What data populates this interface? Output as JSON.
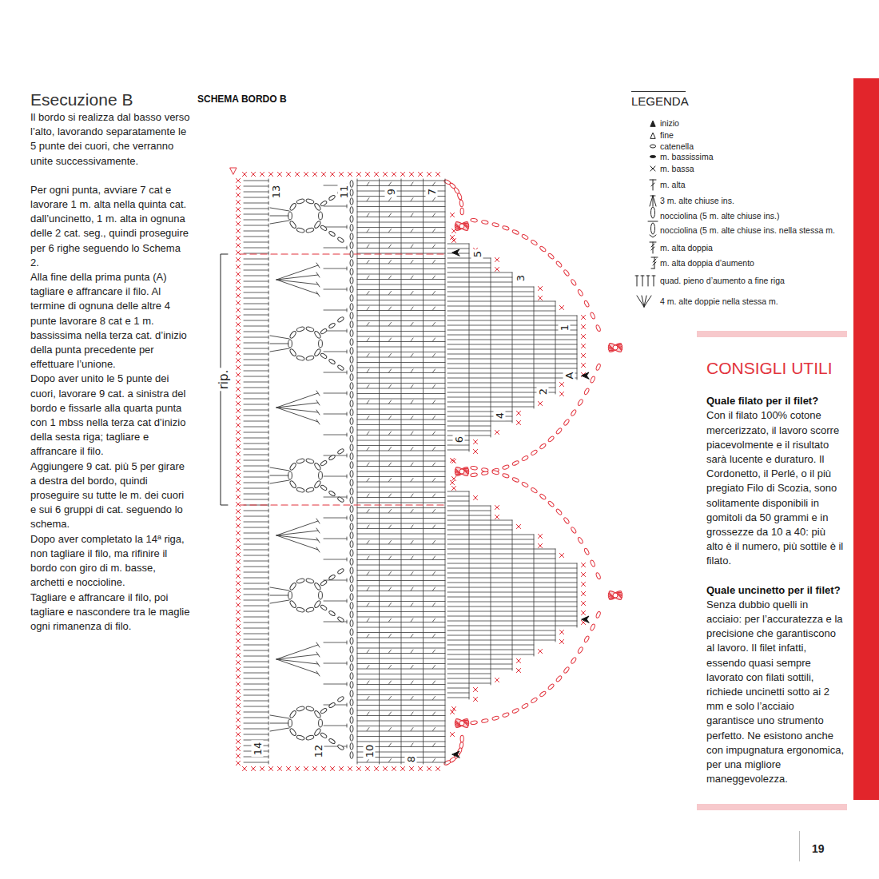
{
  "diagram": {
    "title": "Esecuzione B",
    "nodes": [
      {
        "text": [
          "CONSIGLI UTILI",
          "Quale filato per il filet?",
          "Con il filato 100% cotone mercerizzato, il lavoro scorre piacevolmente e il risultato sarà lucente e duraturo. Il Cordonetto, il Perlé, o il più pregiato Filo di Scozia, sono solitamente disponibili in gomitoli da 50 grammi e in grossezze da 10 a 40: più alto è il numero, più sottile è il filato.",
          "Quale uncinetto per il filet?",
          "Senza dubbio quelli in acciaio: per l’accuratezza e la precisione che garantiscono al lavoro. Il filet infatti, essendo quasi sempre lavorato con filati sottili, richiede uncinetti sotto ai 2 mm e solo l’acciaio garantisce uno strumento perfetto. Ne esistono anche con impugnatura ergonomica, per una migliore maneggevolezza."
        ]
      }
    ],
    "labels": [
      "SCHEMA BORDO B",
      "Il bordo si realizza dal basso verso l’alto, lavorando separatamente le 5 punte dei cuori, che verranno unite successivamente.",
      "Per ogni punta, avviare 7 cat e lavorare 1 m. alta nella quinta cat. dall’uncinetto, 1 m. alta in ognuna delle 2 cat. seg., quindi proseguire per 6 righe seguendo lo Schema 2.",
      "Alla fine della prima punta (A) tagliare e affrancare il filo. Al termine di ognuna delle altre 4 punte lavorare 8 cat e 1 m. bassissima nella terza cat. d’inizio della punta precedente per effettuare l’unione.",
      "Dopo aver unito le 5 punte dei cuori, lavorare 9 cat. a sinistra del bordo e fissarle alla quarta punta con 1 mbss nella terza cat d’inizio della sesta riga; tagliare e affrancare il filo.",
      "Aggiungere 9 cat. più 5 per girare a destra del bordo, quindi proseguire su tutte le m. dei cuori e sui 6 gruppi di cat. seguendo lo schema.",
      "Dopo aver completato la 14ª riga, non tagliare il filo, ma rifinire il bordo con giro di m. basse, archetti e noccioline.",
      "Tagliare e affrancare il filo, poi tagliare e nascondere tra le maglie ogni rimanenza di filo.",
      "LEGENDA",
      "13",
      "11",
      "9",
      "7",
      "5",
      "3",
      "1",
      "A",
      "2",
      "4",
      "6",
      "8",
      "10",
      "12",
      "14",
      "rip.",
      "19"
    ],
    "legend": [
      {
        "text": "inizio"
      },
      {
        "text": "fine"
      },
      {
        "text": "catenella"
      },
      {
        "text": "m. bassissima"
      },
      {
        "text": "m. bassa"
      },
      {
        "text": "m. alta"
      },
      {
        "text": "3 m. alte chiuse ins."
      },
      {
        "text": "nocciolina (5 m. alte chiuse ins.)"
      },
      {
        "text": "nocciolina (5 m. alte chiuse ins. nella stessa m."
      },
      {
        "text": "m. alta doppia"
      },
      {
        "text": "m. alta doppia d’aumento"
      },
      {
        "text": "quad. pieno d’aumento a fine riga"
      },
      {
        "text": "4 m. alte doppie nella stessa m."
      }
    ]
  }
}
